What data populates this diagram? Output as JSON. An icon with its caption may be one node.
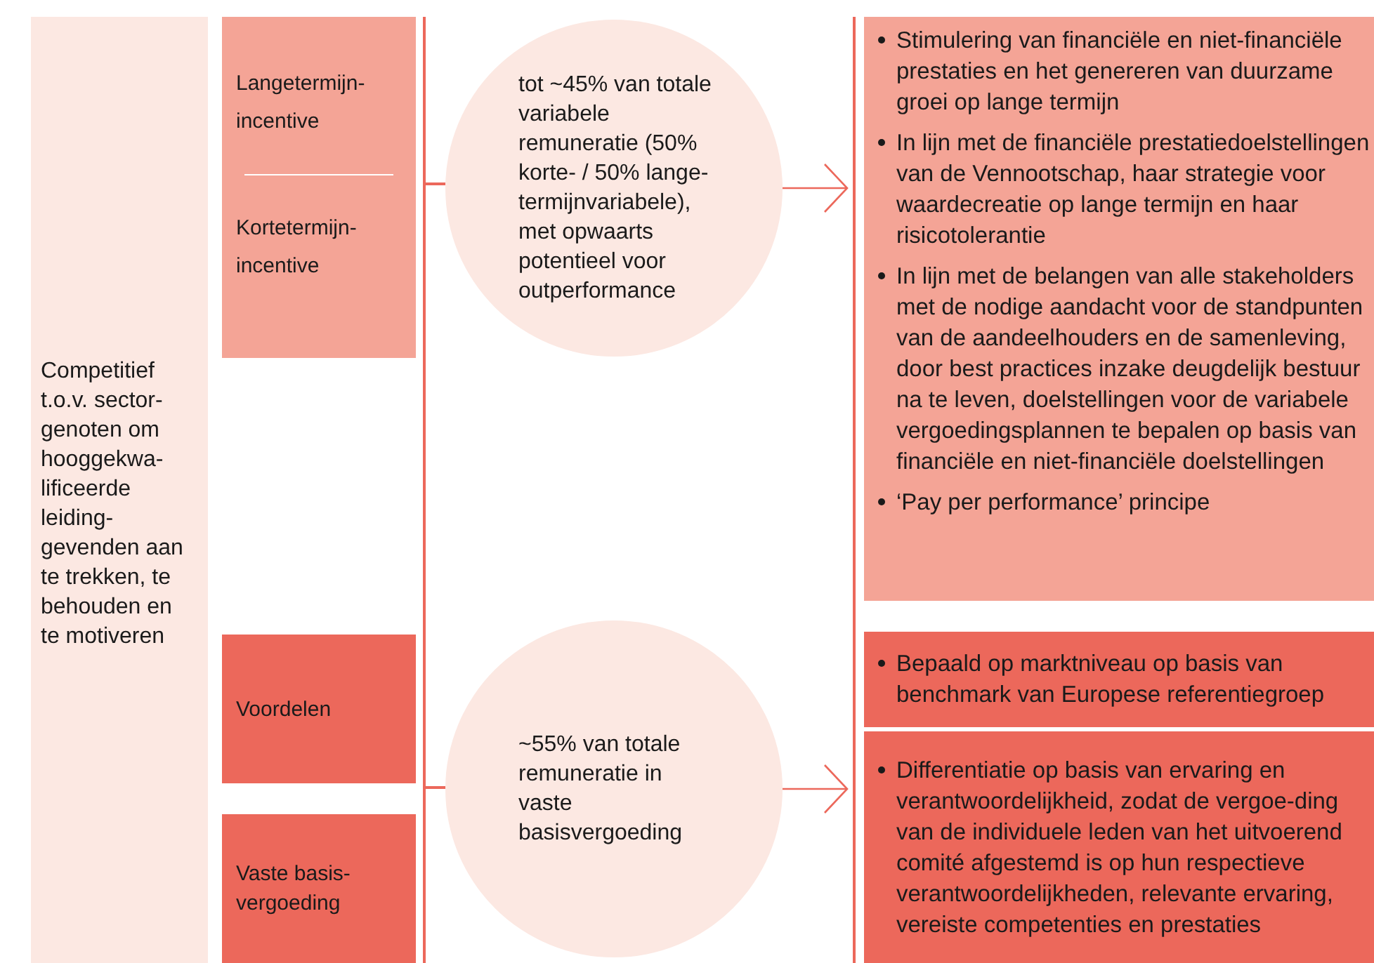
{
  "diagram": {
    "nodes": [
      {
        "text": [
          "Competitief t.o.v. sector-genoten om hooggekwa-lificeerde leiding-gevenden aan te trekken, te behouden en te motiveren"
        ]
      },
      {
        "text": [
          "Langetermijn-incentive",
          "Kortetermijn-incentive"
        ]
      },
      {
        "text": [
          "Voordelen"
        ]
      },
      {
        "text": [
          "Vaste basis-vergoeding"
        ]
      },
      {
        "text": [
          "tot ~45% van totale variabele remuneratie (50% korte- / 50% lange-termijnvariabele), met opwaarts potentieel voor outperformance"
        ]
      },
      {
        "text": [
          "~55% van totale remuneratie in vaste basisvergoeding"
        ]
      },
      {
        "text": [
          "Stimulering van financiële en niet-financiële prestaties en het genereren van duurzame groei op lange termijn",
          "In lijn met de financiële prestatiedoelstellingen van de Vennootschap, haar strategie voor waardecreatie op lange termijn en haar risicotolerantie",
          "In lijn met de belangen van alle stakeholders met de nodige aandacht voor de standpunten van de aandeelhouders en de samenleving, door best practices inzake deugdelijk bestuur na te leven, doelstellingen voor de variabele vergoedingsplannen te bepalen op basis van financiële en niet-financiële doelstellingen",
          "‘Pay per performance’ principe"
        ]
      },
      {
        "text": [
          "Bepaald op marktniveau op basis van benchmark van Europese referentiegroep"
        ]
      },
      {
        "text": [
          "Differentiatie op basis van ervaring en verantwoordelijkheid, zodat de vergoe-ding van de individuele leden van het uitvoerend comité afgestemd is op hun respectieve verantwoordelijkheden, relevante ervaring, vereiste competenties en prestaties"
        ]
      }
    ],
    "edges": [
      {
        "from": 4,
        "to": 6,
        "arrow": "to"
      },
      {
        "from": 5,
        "to": 8,
        "arrow": "to"
      }
    ]
  }
}
